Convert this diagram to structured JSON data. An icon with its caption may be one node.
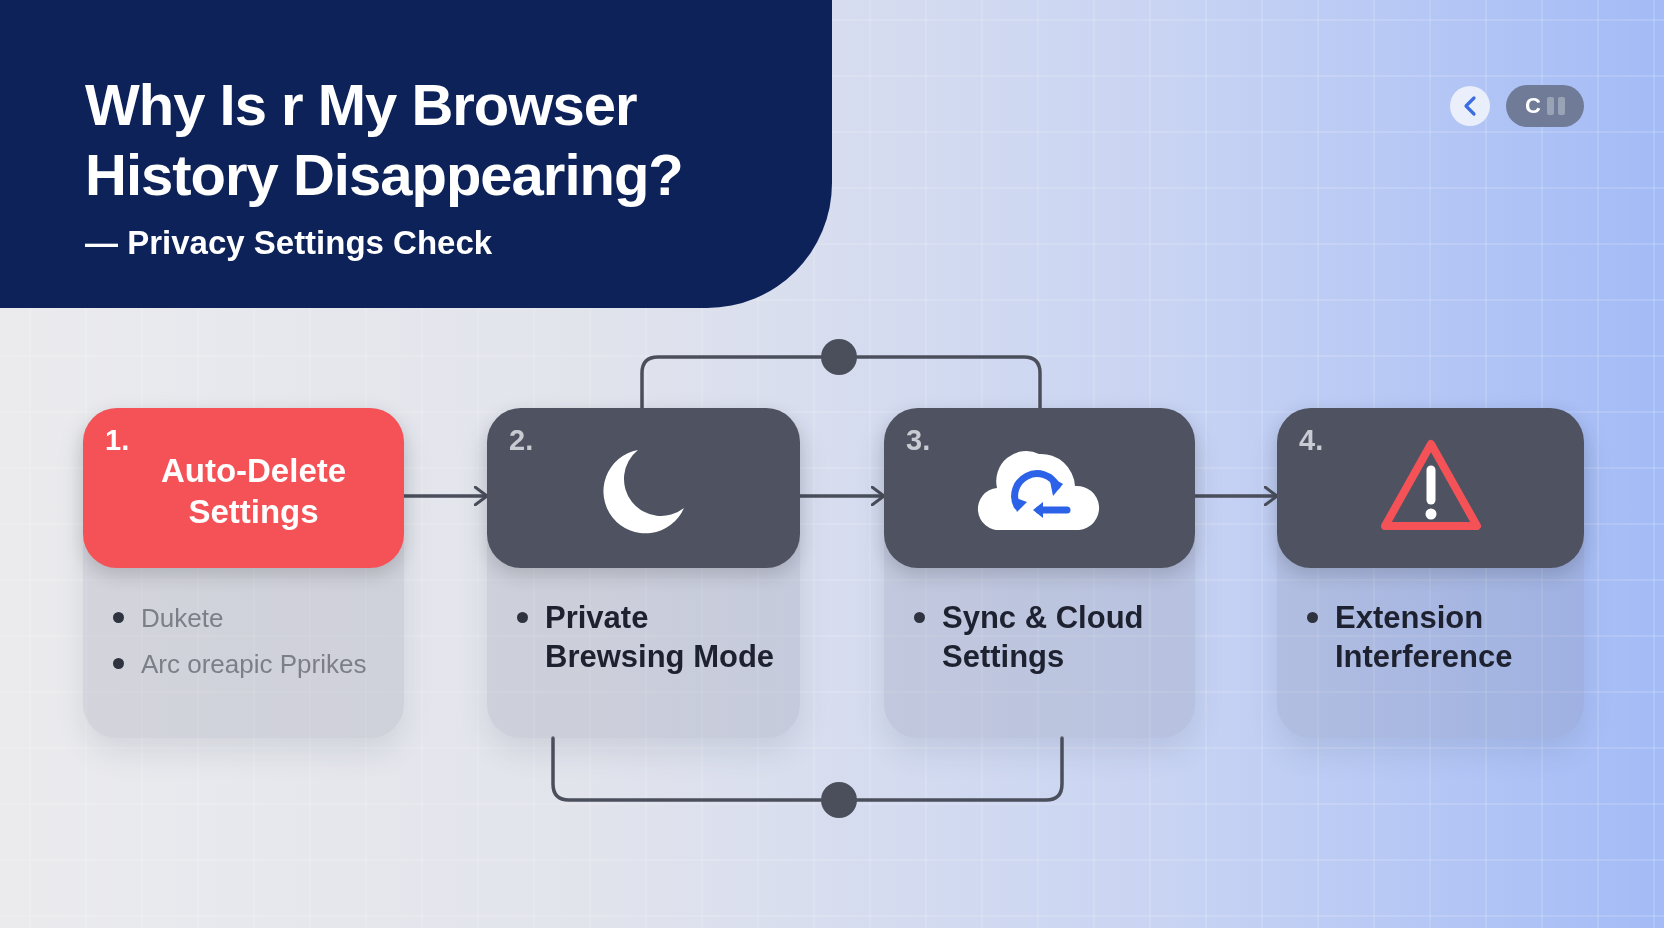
{
  "diagram": {
    "title": "Why Is r My Browser History Disappearing?",
    "nodes": [
      {
        "text": [
          "1.",
          "Auto-Delete Settings",
          "Dukete",
          "Arc oreapic Pprikes"
        ]
      },
      {
        "text": [
          "2.",
          "Private Brewsing Mode"
        ]
      },
      {
        "text": [
          "3.",
          "Sync & Cloud Settings"
        ]
      },
      {
        "text": [
          "4.",
          "Extension Interference"
        ]
      },
      {
        "text": [],
        "shape": "circle"
      },
      {
        "text": [],
        "shape": "circle"
      }
    ],
    "edges": [
      {
        "from": 0,
        "to": 1,
        "arrow": "to"
      },
      {
        "from": 1,
        "to": 2,
        "arrow": "to"
      },
      {
        "from": 2,
        "to": 3,
        "arrow": "to"
      },
      {
        "from": 1,
        "to": 4,
        "arrow": "none"
      },
      {
        "from": 4,
        "to": 2,
        "arrow": "none"
      },
      {
        "from": 1,
        "to": 5,
        "arrow": "none"
      },
      {
        "from": 5,
        "to": 2,
        "arrow": "none"
      }
    ],
    "labels": [
      "— Privacy Settings Check",
      "C"
    ]
  }
}
